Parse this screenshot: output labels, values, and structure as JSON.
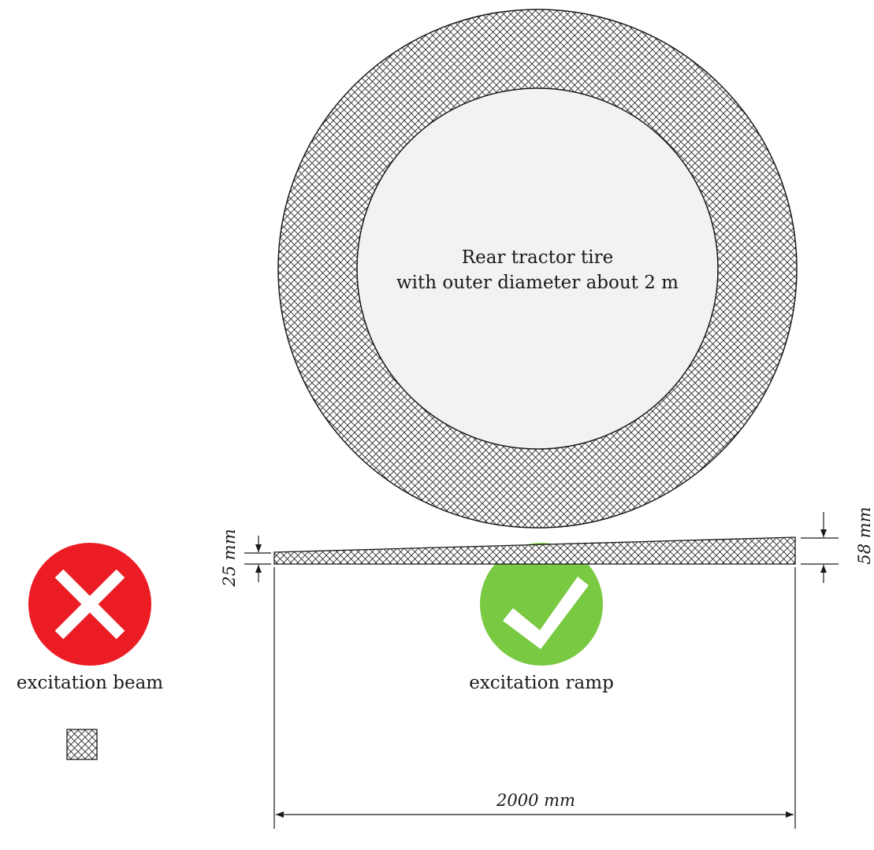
{
  "tire": {
    "label_line1": "Rear tractor tire",
    "label_line2": "with outer diameter about 2 m",
    "tread_color": "#c8c8c8",
    "rim_color": "#f2f2f2"
  },
  "options": {
    "beam": {
      "label": "excitation beam",
      "status": "rejected",
      "status_icon": "cross-icon",
      "status_color": "#ec1c24"
    },
    "ramp": {
      "label": "excitation ramp",
      "status": "accepted",
      "status_icon": "checkmark-icon",
      "status_color": "#7ac943"
    }
  },
  "dimensions": {
    "ramp_low_height": "25 mm",
    "ramp_high_height": "58 mm",
    "ramp_length": "2000 mm"
  }
}
